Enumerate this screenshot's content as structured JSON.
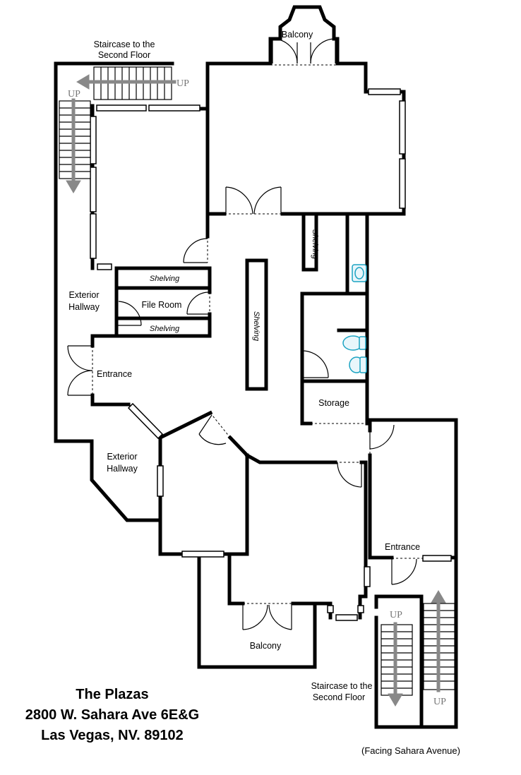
{
  "labels": {
    "balcony_top": "Balcony",
    "staircase_top_line1": "Staircase to the",
    "staircase_top_line2": "Second Floor",
    "up_top_right": "UP",
    "up_top_left": "UP",
    "shelving_vertical_small": "Shelving",
    "shelving_top": "Shelving",
    "exterior_hallway_top_line1": "Exterior",
    "exterior_hallway_top_line2": "Hallway",
    "file_room": "File Room",
    "shelving_bottom": "Shelving",
    "shelving_center": "Shelving",
    "entrance_left": "Entrance",
    "storage": "Storage",
    "exterior_hallway_bottom_line1": "Exterior",
    "exterior_hallway_bottom_line2": "Hallway",
    "entrance_right": "Entrance",
    "balcony_bottom": "Balcony",
    "up_bottom_left": "UP",
    "up_bottom_right": "UP",
    "staircase_bottom_line1": "Staircase to the",
    "staircase_bottom_line2": "Second Floor"
  },
  "address": {
    "line1": "The Plazas",
    "line2": "2800 W. Sahara Ave 6E&G",
    "line3": "Las Vegas, NV. 89102"
  },
  "note": "(Facing Sahara Avenue)",
  "colors": {
    "walls": "#000000",
    "arrows": "#888888",
    "fixtures": "#1ba3c2"
  }
}
